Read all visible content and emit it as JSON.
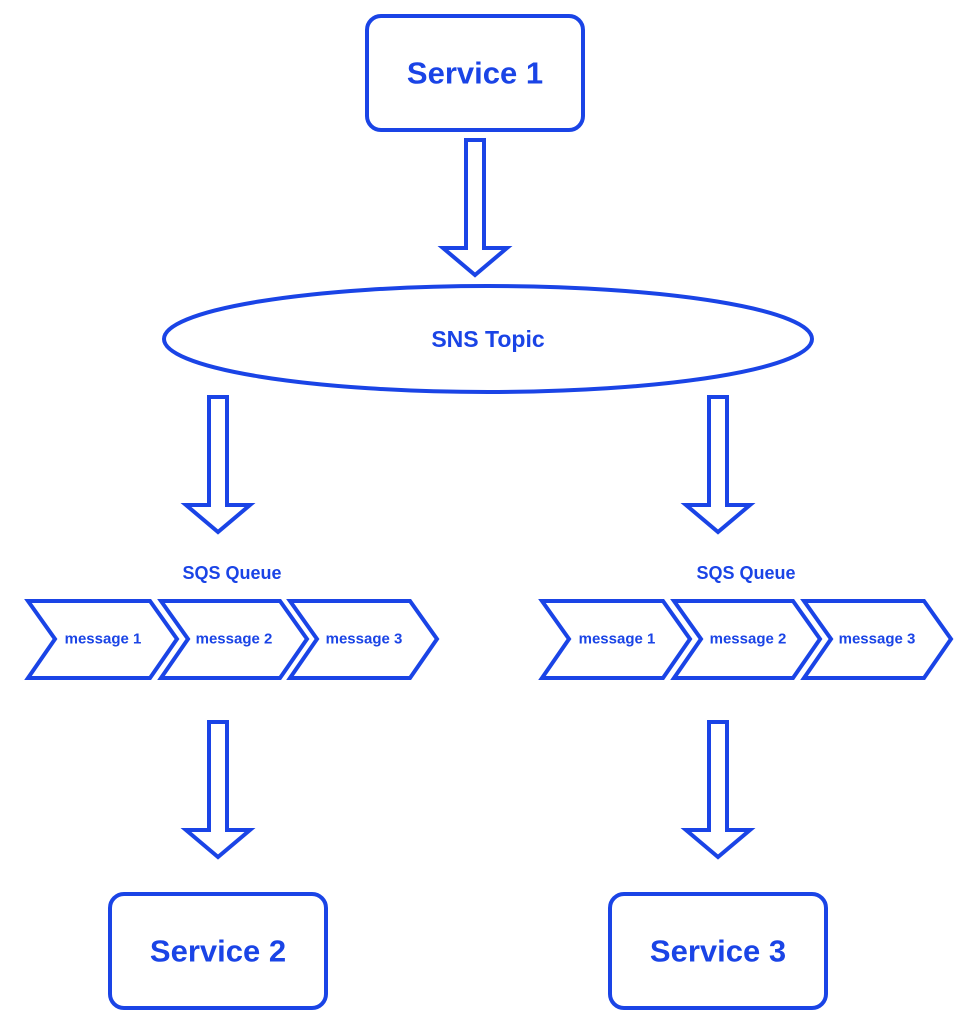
{
  "colors": {
    "stroke": "#1a44e6",
    "text": "#1a44e6",
    "fill": "#ffffff"
  },
  "publisher": {
    "label": "Service 1"
  },
  "topic": {
    "label": "SNS Topic"
  },
  "queues": [
    {
      "title": "SQS Queue",
      "messages": [
        "message 1",
        "message 2",
        "message 3"
      ],
      "consumer": "Service 2"
    },
    {
      "title": "SQS Queue",
      "messages": [
        "message 1",
        "message 2",
        "message 3"
      ],
      "consumer": "Service 3"
    }
  ]
}
